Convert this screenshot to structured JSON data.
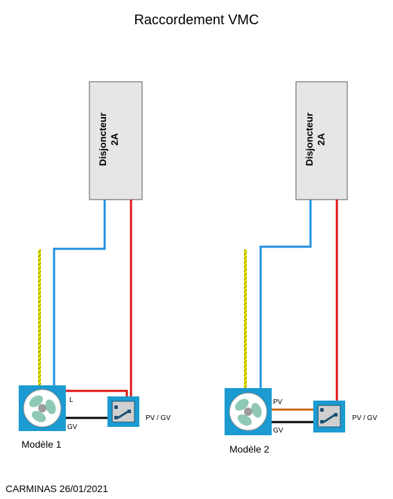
{
  "title": "Raccordement VMC",
  "breaker_left": {
    "line1": "Disjoncteur",
    "line2": "2A"
  },
  "breaker_right": {
    "line1": "Disjoncteur",
    "line2": "2A"
  },
  "model1": {
    "label": "Modèle 1",
    "wire_L": "L",
    "wire_GV": "GV",
    "switch_label": "PV / GV"
  },
  "model2": {
    "label": "Modèle 2",
    "wire_PV": "PV",
    "wire_GV": "GV",
    "switch_label": "PV / GV"
  },
  "footer": "CARMINAS 26/01/2021",
  "colors": {
    "neutral_wire": "#1e90e0",
    "phase_wire": "#e01010",
    "earth_wire": "#e8e800",
    "gv_wire": "#000000",
    "pv_wire": "#c8640a",
    "device_box": "#1b9bd1",
    "breaker_fill": "#e6e6e6"
  }
}
